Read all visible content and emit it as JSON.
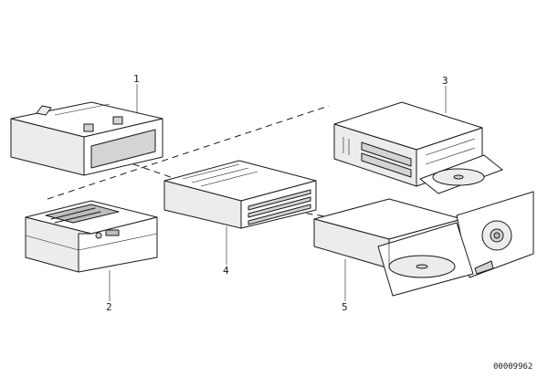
{
  "callouts": [
    {
      "id": "1",
      "label": "1"
    },
    {
      "id": "2",
      "label": "2"
    },
    {
      "id": "3",
      "label": "3"
    },
    {
      "id": "4",
      "label": "4"
    },
    {
      "id": "5",
      "label": "5"
    }
  ],
  "catalog_code": "00009962"
}
